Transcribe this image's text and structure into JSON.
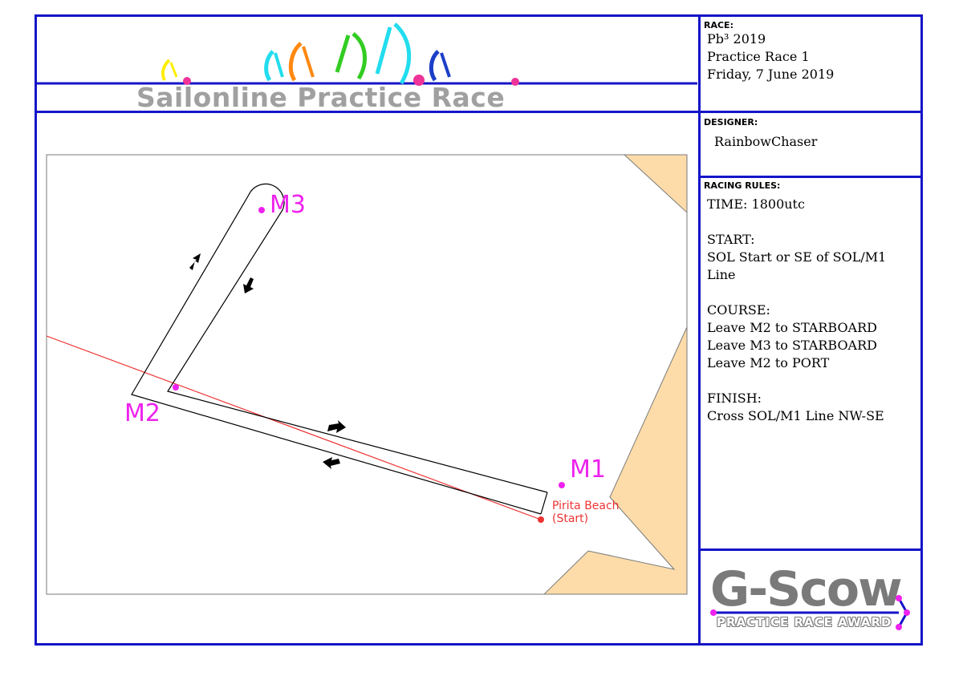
{
  "banner": {
    "title": "Sailonline Practice Race"
  },
  "race": {
    "label": "RACE:",
    "lines": [
      "Pb³ 2019",
      "Practice Race 1",
      "Friday, 7 June 2019"
    ]
  },
  "designer": {
    "label": "DESIGNER:",
    "name": "RainbowChaser"
  },
  "rules": {
    "label": "RACING RULES:",
    "time": "TIME: 1800utc",
    "start_title": "START:",
    "start_text": "SOL Start or SE of SOL/M1\nLine",
    "course_title": "COURSE:",
    "course_items": [
      "Leave M2 to STARBOARD",
      "Leave M3 to STARBOARD",
      "Leave M2 to PORT"
    ],
    "finish_title": "FINISH:",
    "finish_text": "Cross SOL/M1 Line NW-SE"
  },
  "map": {
    "marks": {
      "m1": "M1",
      "m2": "M2",
      "m3": "M3"
    },
    "start_name": "Pirita Beach",
    "start_sub": "(Start)",
    "colors": {
      "land": "#fddcaa",
      "mark": "#ee22ee",
      "start": "#ee3333",
      "course": "#000000"
    }
  },
  "logo": {
    "name": "G-Scow",
    "subtitle": "PRACTICE RACE AWARD"
  }
}
